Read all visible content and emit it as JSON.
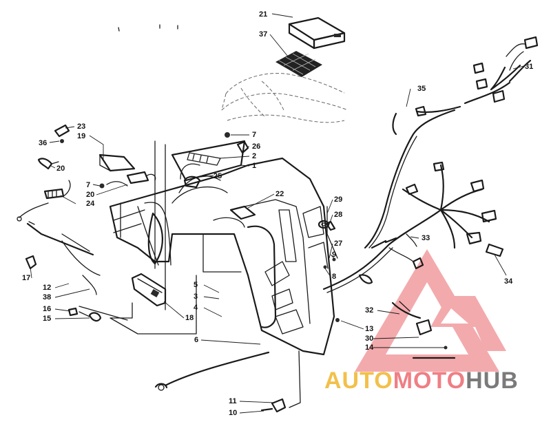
{
  "diagram": {
    "callouts": [
      {
        "id": "c21",
        "text": "21"
      },
      {
        "id": "c37",
        "text": "37"
      },
      {
        "id": "c35",
        "text": "35"
      },
      {
        "id": "c31",
        "text": "31"
      },
      {
        "id": "c23",
        "text": "23"
      },
      {
        "id": "c19",
        "text": "19"
      },
      {
        "id": "c36",
        "text": "36"
      },
      {
        "id": "c7a",
        "text": "7"
      },
      {
        "id": "c26",
        "text": "26"
      },
      {
        "id": "c2",
        "text": "2"
      },
      {
        "id": "c1",
        "text": "1"
      },
      {
        "id": "c20a",
        "text": "20"
      },
      {
        "id": "c25",
        "text": "25"
      },
      {
        "id": "c7b",
        "text": "7"
      },
      {
        "id": "c20b",
        "text": "20"
      },
      {
        "id": "c24",
        "text": "24"
      },
      {
        "id": "c22",
        "text": "22"
      },
      {
        "id": "c29",
        "text": "29"
      },
      {
        "id": "c28",
        "text": "28"
      },
      {
        "id": "c27",
        "text": "27"
      },
      {
        "id": "c33",
        "text": "33"
      },
      {
        "id": "c9",
        "text": "9"
      },
      {
        "id": "c8",
        "text": "8"
      },
      {
        "id": "c34",
        "text": "34"
      },
      {
        "id": "c17",
        "text": "17"
      },
      {
        "id": "c12",
        "text": "12"
      },
      {
        "id": "c38",
        "text": "38"
      },
      {
        "id": "c5",
        "text": "5"
      },
      {
        "id": "c3",
        "text": "3"
      },
      {
        "id": "c4",
        "text": "4"
      },
      {
        "id": "c18",
        "text": "18"
      },
      {
        "id": "c16",
        "text": "16"
      },
      {
        "id": "c15",
        "text": "15"
      },
      {
        "id": "c32",
        "text": "32"
      },
      {
        "id": "c13",
        "text": "13"
      },
      {
        "id": "c30",
        "text": "30"
      },
      {
        "id": "c14",
        "text": "14"
      },
      {
        "id": "c6",
        "text": "6"
      },
      {
        "id": "c11",
        "text": "11"
      },
      {
        "id": "c10",
        "text": "10"
      }
    ]
  },
  "watermark": {
    "brand_part1": "AUTO",
    "brand_part2": "MOTO",
    "brand_part3": "HUB",
    "colors": {
      "part1": "#f2c04a",
      "part2": "#ef7f85",
      "part3": "#7a7a7a",
      "logo": "#f08e92"
    }
  }
}
